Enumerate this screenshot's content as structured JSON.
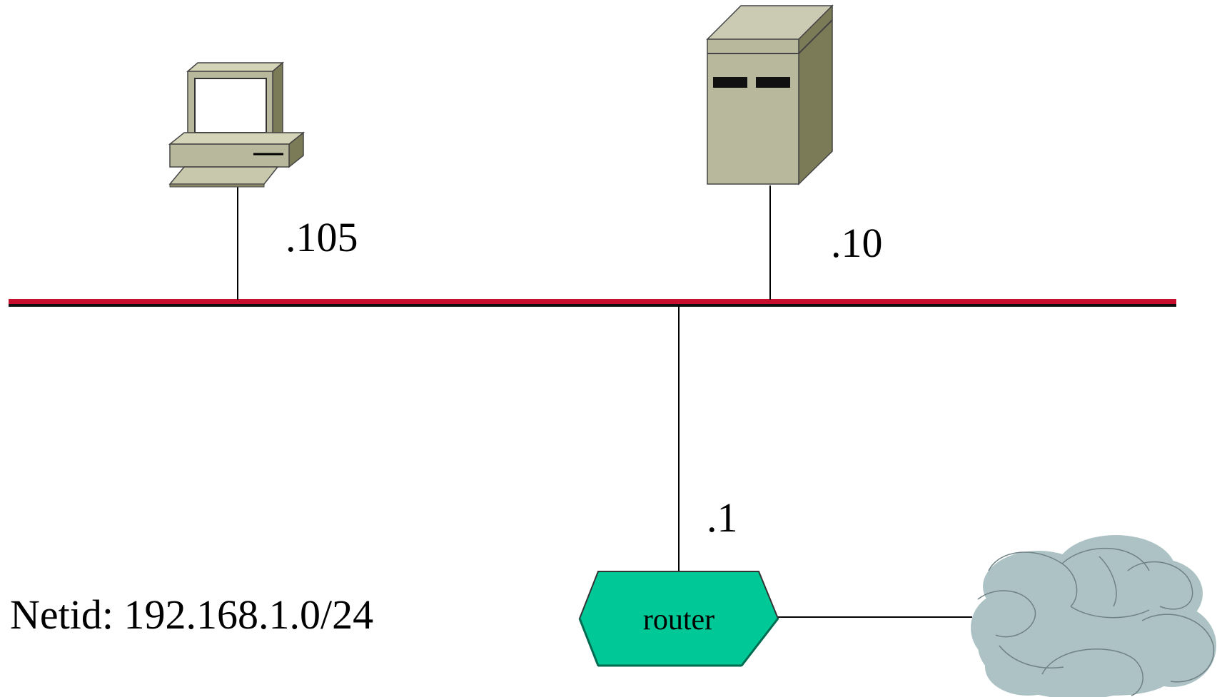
{
  "diagram": {
    "network_id_label": "Netid: 192.168.1.0/24",
    "nodes": {
      "workstation": {
        "icon": "workstation-icon",
        "address": ".105"
      },
      "server": {
        "icon": "server-icon",
        "address": ".10"
      },
      "router": {
        "icon": "router-icon",
        "label": "router",
        "address": ".1"
      },
      "internet": {
        "icon": "cloud-icon"
      }
    },
    "colors": {
      "lan_bus": "#c8102e",
      "router": "#00c896",
      "cloud": "#adc2c5",
      "device_body": "#b8b89c",
      "device_shadow": "#7b7b58"
    }
  }
}
